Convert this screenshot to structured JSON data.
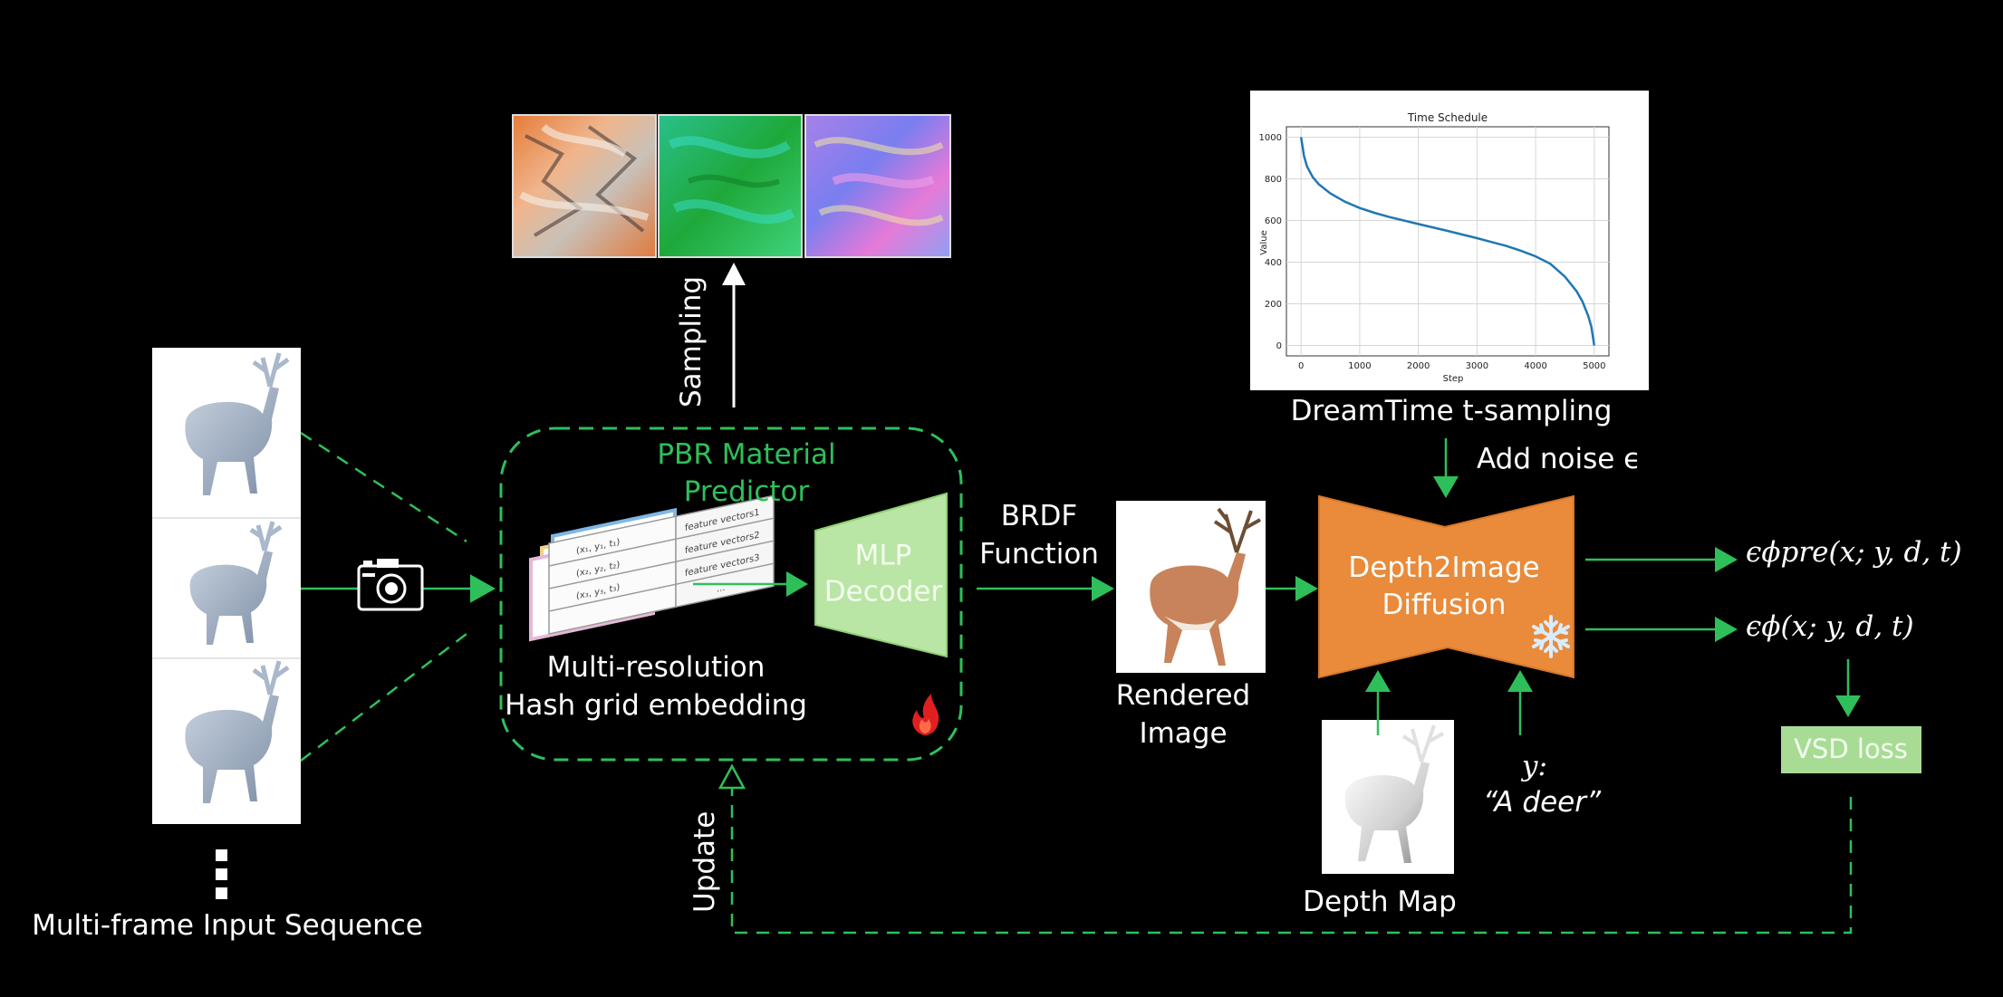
{
  "colors": {
    "background": "#000000",
    "accent_green": "#2fbf5a",
    "mlp_fill": "#b9e5a5",
    "diffusion_fill": "#e98b3a",
    "vsd_fill": "#a8dc95",
    "arrow_white": "#ffffff"
  },
  "input": {
    "caption": "Multi-frame Input Sequence",
    "ellipsis": "⋮",
    "camera_icon": "camera-icon"
  },
  "predictor": {
    "title": "PBR Material\nPredictor",
    "hash_caption": "Multi-resolution\nHash grid embedding",
    "feature_rows": [
      "feature vectors1",
      "feature vectors2",
      "feature vectors3",
      "..."
    ],
    "mlp_label": "MLP\nDecoder",
    "fire_icon": "fire-icon"
  },
  "sampling": {
    "label": "Sampling"
  },
  "update": {
    "label": "Update"
  },
  "brdf": {
    "label": "BRDF\nFunction"
  },
  "rendered": {
    "label": "Rendered\nImage"
  },
  "dreamtime": {
    "caption": "DreamTime t-sampling",
    "add_noise": "Add noise ϵ"
  },
  "diffusion": {
    "label": "Depth2Image\nDiffusion",
    "snowflake_icon": "snowflake-icon"
  },
  "depth": {
    "label": "Depth Map"
  },
  "prompt": {
    "y": "y:",
    "text": "“A deer”"
  },
  "outputs": {
    "pre": "ϵϕpre(x; y, d, t)",
    "phi": "ϵϕ(x; y, d, t)",
    "vsd": "VSD loss"
  },
  "chart_data": {
    "type": "line",
    "title": "Time Schedule",
    "xlabel": "Step",
    "ylabel": "Value",
    "xticks": [
      0,
      1000,
      2000,
      3000,
      4000,
      5000
    ],
    "yticks": [
      0,
      200,
      400,
      600,
      800,
      1000
    ],
    "xlim": [
      -250,
      5250
    ],
    "ylim": [
      -50,
      1050
    ],
    "grid": true,
    "series": [
      {
        "x": [
          0,
          50,
          100,
          200,
          300,
          500,
          750,
          1000,
          1250,
          1500,
          2000,
          2500,
          3000,
          3500,
          3750,
          4000,
          4250,
          4500,
          4700,
          4800,
          4900,
          4950,
          5000
        ],
        "values": [
          1000,
          910,
          860,
          808,
          775,
          730,
          690,
          660,
          637,
          617,
          583,
          550,
          515,
          478,
          455,
          428,
          392,
          330,
          260,
          210,
          140,
          90,
          0
        ]
      }
    ]
  }
}
